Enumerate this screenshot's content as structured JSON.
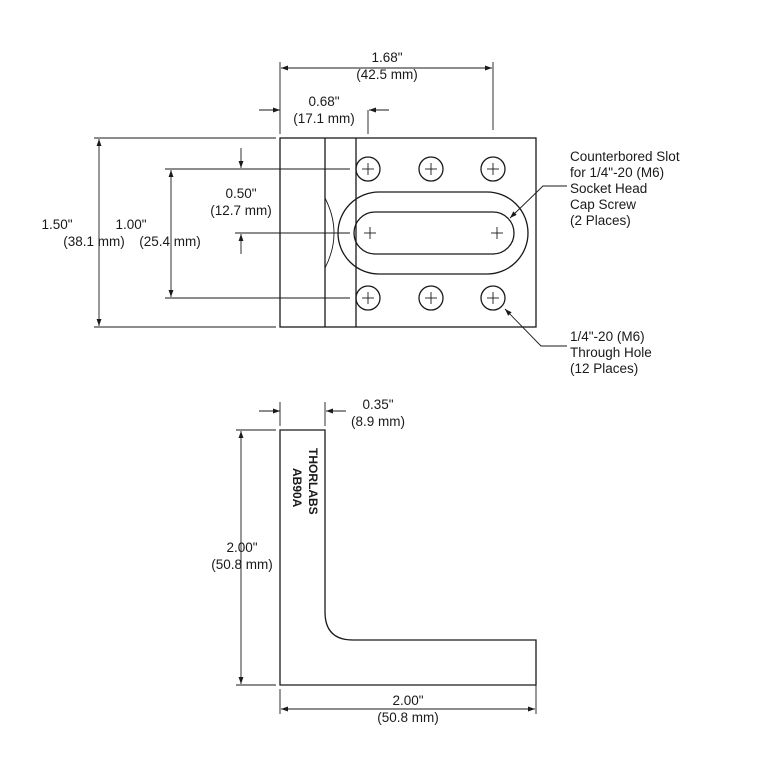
{
  "colors": {
    "line": "#1a1a1a",
    "background": "#ffffff"
  },
  "top_view": {
    "dim_width_in": "1.68\"",
    "dim_width_mm": "(42.5 mm)",
    "dim_offset_in": "0.68\"",
    "dim_offset_mm": "(17.1 mm)",
    "dim_height_in": "1.50\"",
    "dim_height_mm": "(38.1 mm)",
    "dim_holes_in": "1.00\"",
    "dim_holes_mm": "(25.4 mm)",
    "dim_slot_in": "0.50\"",
    "dim_slot_mm": "(12.7 mm)"
  },
  "callouts": {
    "slot": [
      "Counterbored Slot",
      "for 1/4\"-20 (M6)",
      "Socket Head",
      "Cap Screw",
      "(2 Places)"
    ],
    "hole": [
      "1/4\"-20 (M6)",
      "Through Hole",
      "(12 Places)"
    ]
  },
  "side_view": {
    "dim_thick_in": "0.35\"",
    "dim_thick_mm": "(8.9 mm)",
    "dim_height_in": "2.00\"",
    "dim_height_mm": "(50.8 mm)",
    "dim_width_in": "2.00\"",
    "dim_width_mm": "(50.8 mm)",
    "brand": "THORLABS",
    "model": "AB90A"
  }
}
